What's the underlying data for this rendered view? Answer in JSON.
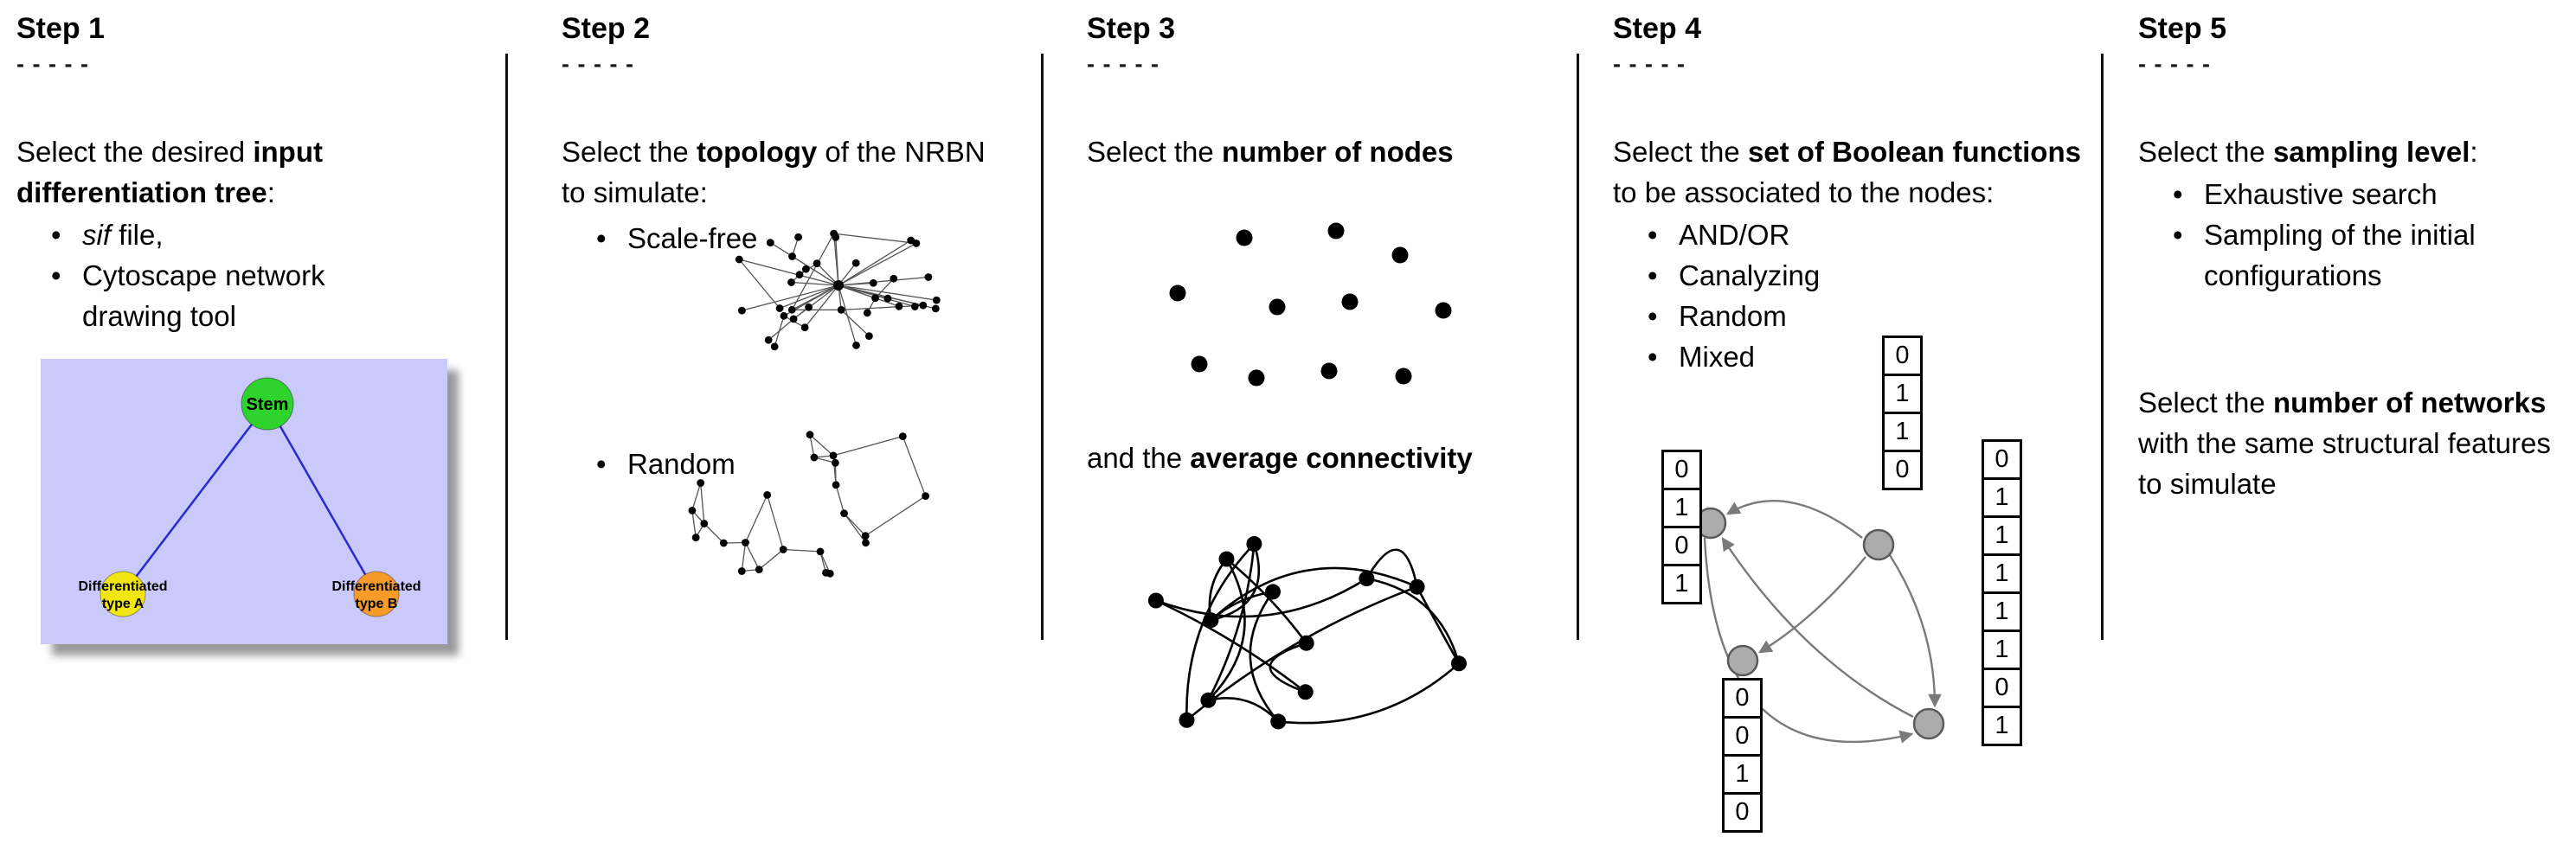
{
  "steps": [
    {
      "title": "Step 1",
      "dashes": "- - - - -",
      "intro": [
        {
          "t": "Select the desired "
        },
        {
          "t": "input differentiation tree",
          "b": true
        },
        {
          "t": ":"
        }
      ],
      "bullets": [
        [
          {
            "t": "sif",
            "i": true
          },
          {
            "t": " file,"
          }
        ],
        [
          {
            "t": "Cytoscape network drawing tool"
          }
        ]
      ],
      "tree": {
        "bg": "#c9c9fb",
        "edge_color": "#2929cf",
        "stem": {
          "label": "Stem",
          "color": "#2ed32e"
        },
        "type_a": {
          "line1": "Differentiated",
          "line2": "type A",
          "color": "#f2e612"
        },
        "type_b": {
          "line1": "Differentiated",
          "line2": "type B",
          "color": "#f59b2a"
        }
      }
    },
    {
      "title": "Step 2",
      "dashes": "- - - - -",
      "intro": [
        {
          "t": "Select the "
        },
        {
          "t": "topology",
          "b": true
        },
        {
          "t": " of the NRBN to simulate:"
        }
      ],
      "bullets": [
        "Scale-free",
        "Random"
      ]
    },
    {
      "title": "Step 3",
      "dashes": "- - - - -",
      "intro": [
        {
          "t": "Select the "
        },
        {
          "t": "number of nodes",
          "b": true
        }
      ],
      "second": [
        {
          "t": "and the "
        },
        {
          "t": "average connectivity",
          "b": true
        }
      ]
    },
    {
      "title": "Step 4",
      "dashes": "- - - - -",
      "intro": [
        {
          "t": "Select the "
        },
        {
          "t": "set of Boolean functions",
          "b": true
        },
        {
          "t": " to be associated to the nodes:"
        }
      ],
      "bullets": [
        "AND/OR",
        "Canalyzing",
        "Random",
        "Mixed"
      ],
      "diagram": {
        "node_fill": "#ababab",
        "node_stroke": "#5a5a5a",
        "arrow_color": "#7a7a7a",
        "truth_tables": {
          "left": [
            "0",
            "1",
            "0",
            "1"
          ],
          "top": [
            "0",
            "1",
            "1",
            "0"
          ],
          "bottom_left": [
            "0",
            "0",
            "1",
            "0"
          ],
          "right": [
            "0",
            "1",
            "1",
            "1",
            "1",
            "1",
            "0",
            "1"
          ]
        }
      }
    },
    {
      "title": "Step 5",
      "dashes": "- - - - -",
      "intro": [
        {
          "t": "Select the "
        },
        {
          "t": "sampling level",
          "b": true
        },
        {
          "t": ":"
        }
      ],
      "bullets": [
        "Exhaustive search",
        "Sampling of the initial configurations"
      ],
      "second": [
        {
          "t": "Select the "
        },
        {
          "t": "number of networks",
          "b": true
        },
        {
          "t": " with the same structural features to simulate"
        }
      ]
    }
  ]
}
